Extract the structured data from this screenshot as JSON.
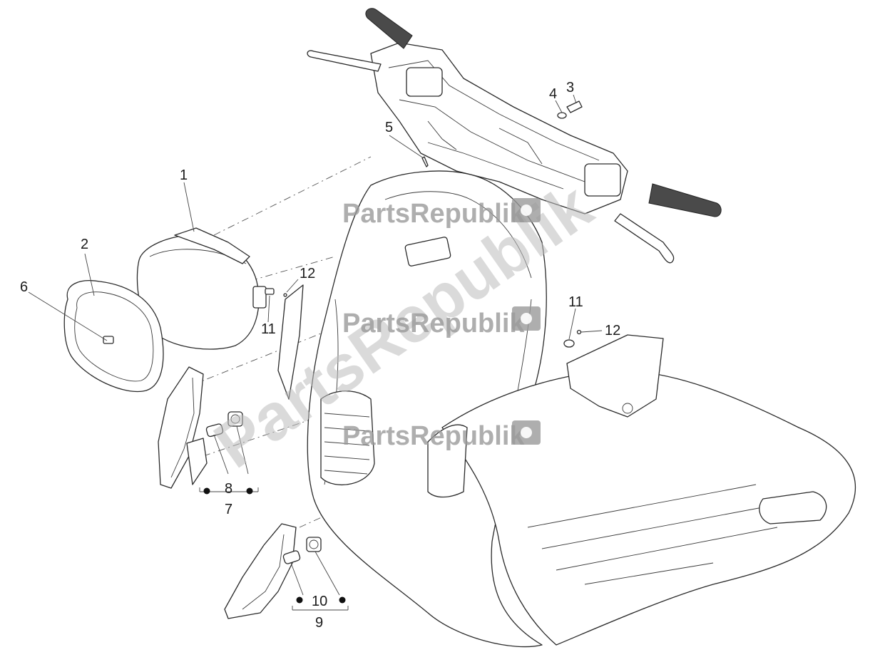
{
  "callouts": {
    "c1": "1",
    "c2": "2",
    "c3": "3",
    "c4": "4",
    "c5": "5",
    "c6": "6",
    "c7": "7",
    "c8": "8",
    "c9": "9",
    "c10": "10",
    "c11a": "11",
    "c11b": "11",
    "c12a": "12",
    "c12b": "12"
  },
  "watermarks": {
    "diagonal": "PartsRepublik",
    "brand_1": "PartsRepublik",
    "brand_2": "PartsRepublik",
    "brand_3": "PartsRepublik"
  },
  "colors": {
    "line": "#2a2a2a",
    "watermark": "#9a9a9a",
    "background": "#ffffff"
  }
}
